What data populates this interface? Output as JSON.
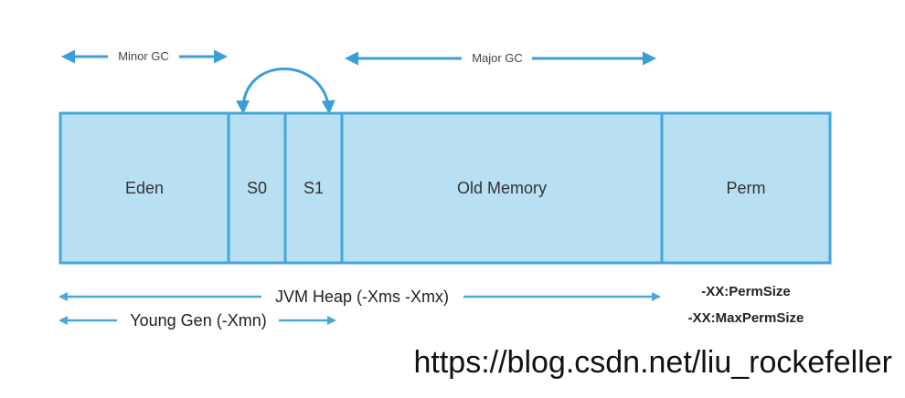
{
  "colors": {
    "fill": "#b8dff2",
    "stroke": "#45a6d8",
    "arrow_gc": "#3a9fd6",
    "arrow_heap": "#4aa7db"
  },
  "regions": [
    {
      "id": "eden",
      "label": "Eden"
    },
    {
      "id": "s0",
      "label": "S0"
    },
    {
      "id": "s1",
      "label": "S1"
    },
    {
      "id": "old",
      "label": "Old Memory"
    },
    {
      "id": "perm",
      "label": "Perm"
    }
  ],
  "arrows": {
    "minor_gc": "Minor GC",
    "major_gc": "Major GC",
    "jvm_heap": "JVM Heap (-Xms -Xmx)",
    "young_gen": "Young Gen (-Xmn)"
  },
  "perm_flags": [
    "-XX:PermSize",
    "-XX:MaxPermSize"
  ],
  "watermark": "https://blog.csdn.net/liu_rockefeller"
}
